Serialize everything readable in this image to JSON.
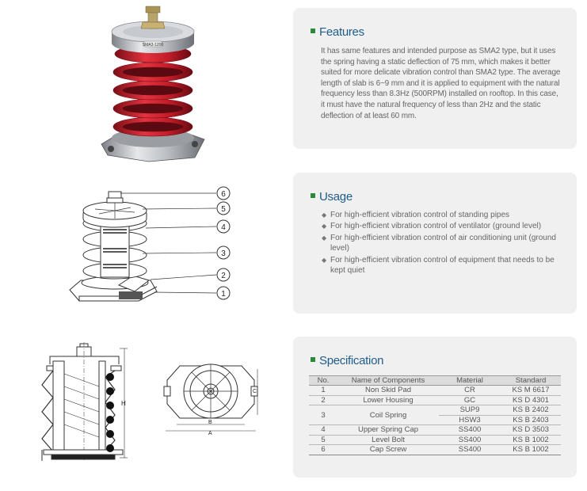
{
  "features": {
    "title": "Features",
    "body": "It has same features and intended purpose as SMA2 type, but it uses the spring having a static deflection of 75 mm, which makes it better suited for more delicate vibration control than SMA2 type. The average length of slab is 6~9 mm and it is applied to equipment with the natural frequency less than 8.3Hz (500RPM) installed on rooftop. In this case, it must have the natural frequency of less than 2Hz and the static deflection of at least 60 mm."
  },
  "usage": {
    "title": "Usage",
    "items": [
      "For high-efficient vibration control of standing pipes",
      "For high-efficient vibration control of ventilator (ground level)",
      "For high-efficient vibration control of air conditioning unit (ground level)",
      "For high-efficient vibration control of equipment that needs to be kept quiet"
    ]
  },
  "spec": {
    "title": "Specification",
    "headers": [
      "No.",
      "Name of Components",
      "Material",
      "Standard"
    ],
    "rows": [
      {
        "no": "1",
        "name": "Non Skid Pad",
        "material": [
          "CR"
        ],
        "standard": [
          "KS M 6617"
        ]
      },
      {
        "no": "2",
        "name": "Lower Housing",
        "material": [
          "GC"
        ],
        "standard": [
          "KS D 4301"
        ]
      },
      {
        "no": "3",
        "name": "Coil Spring",
        "material": [
          "SUP9",
          "HSW3"
        ],
        "standard": [
          "KS B 2402",
          "KS B 2403"
        ]
      },
      {
        "no": "4",
        "name": "Upper Spring Cap",
        "material": [
          "SS400"
        ],
        "standard": [
          "KS D 3503"
        ]
      },
      {
        "no": "5",
        "name": "Level Bolt",
        "material": [
          "SS400"
        ],
        "standard": [
          "KS B 1002"
        ]
      },
      {
        "no": "6",
        "name": "Cap Screw",
        "material": [
          "SS400"
        ],
        "standard": [
          "KS B 1002"
        ]
      }
    ]
  },
  "product": {
    "label_text": "SMA3-1200",
    "spring_color": "#c8202b"
  },
  "diagram": {
    "callouts": [
      "6",
      "5",
      "4",
      "3",
      "2",
      "1"
    ],
    "dim_labels": [
      "H",
      "B",
      "A",
      "C"
    ]
  }
}
